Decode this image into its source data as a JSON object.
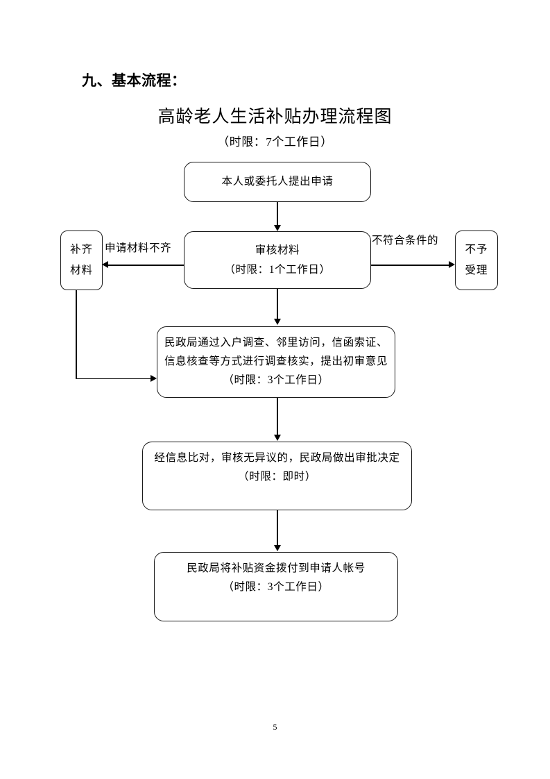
{
  "document": {
    "section_heading": "九、基本流程：",
    "chart_title": "高龄老人生活补贴办理流程图",
    "chart_subtitle": "（时限：7个工作日）",
    "page_number": "5"
  },
  "flowchart": {
    "nodes": {
      "apply": {
        "id": "apply",
        "lines": [
          "本人或委托人提出申请"
        ]
      },
      "review": {
        "id": "review",
        "lines": [
          "审核材料",
          "（时限：1个工作日）"
        ]
      },
      "supplement": {
        "id": "supplement",
        "lines": [
          "补齐",
          "材料"
        ]
      },
      "reject": {
        "id": "reject",
        "lines": [
          "不予",
          "受理"
        ]
      },
      "investigate": {
        "id": "investigate",
        "lines": [
          "民政局通过入户调查、邻里访问，信函索证、",
          "信息核查等方式进行调查核实，提出初审意见",
          "（时限：3个工作日）"
        ]
      },
      "approve": {
        "id": "approve",
        "lines": [
          "经信息比对，审核无异议的，民政局做出审批决定",
          "（时限：即时）"
        ]
      },
      "disburse": {
        "id": "disburse",
        "lines": [
          "民政局将补贴资金拨付到申请人帐号",
          "（时限：3个工作日）"
        ]
      }
    },
    "edge_labels": {
      "incomplete_materials": "申请材料不齐",
      "not_qualified": "不符合条件的"
    },
    "colors": {
      "stroke": "#1a1a1a",
      "background": "#ffffff",
      "text": "#000000"
    }
  }
}
